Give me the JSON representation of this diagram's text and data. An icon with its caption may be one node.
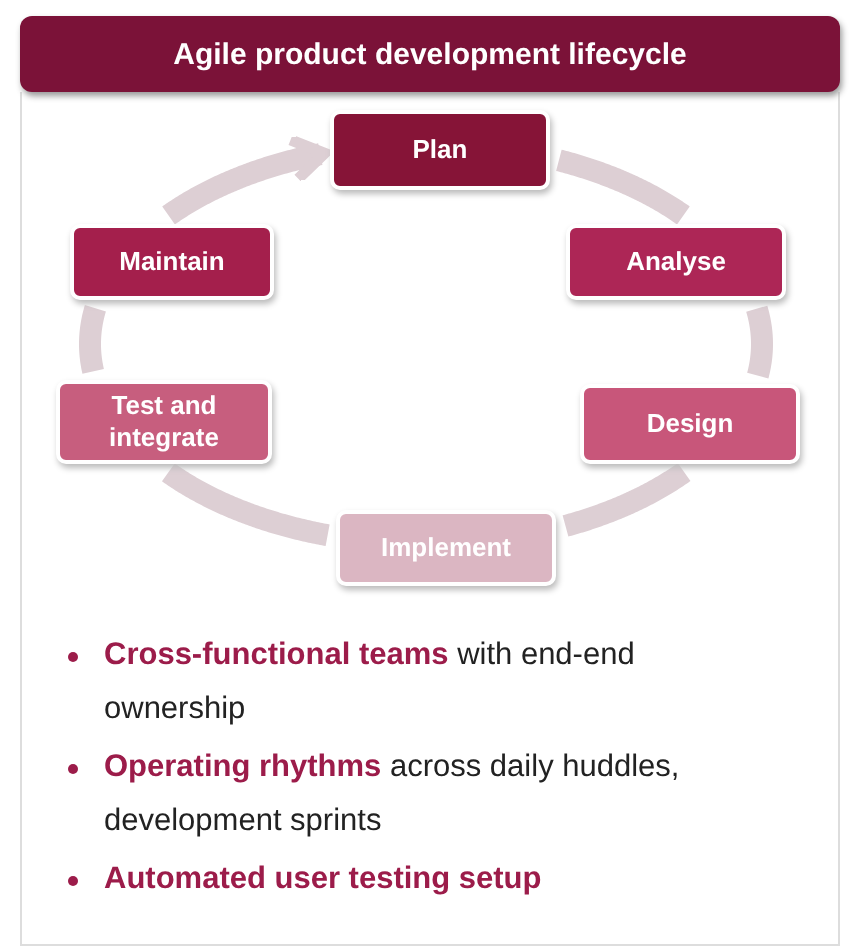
{
  "diagram": {
    "title": "Agile product development lifecycle",
    "nodes": [
      {
        "text": [
          "Plan"
        ]
      },
      {
        "text": [
          "Analyse"
        ]
      },
      {
        "text": [
          "Design"
        ]
      },
      {
        "text": [
          "Implement"
        ]
      },
      {
        "text": [
          "Test and integrate"
        ]
      },
      {
        "text": [
          "Maintain"
        ]
      }
    ],
    "edges": [
      {
        "from": 0,
        "to": 1,
        "arrow": "none"
      },
      {
        "from": 1,
        "to": 2,
        "arrow": "none"
      },
      {
        "from": 2,
        "to": 3,
        "arrow": "none"
      },
      {
        "from": 3,
        "to": 4,
        "arrow": "none"
      },
      {
        "from": 4,
        "to": 5,
        "arrow": "none"
      },
      {
        "from": 5,
        "to": 0,
        "arrow": "to"
      }
    ],
    "labels": [
      "**Cross-functional teams** with end-end ownership",
      "**Operating rhythms** across daily huddles, development sprints",
      "**Automated user testing setup**"
    ]
  }
}
